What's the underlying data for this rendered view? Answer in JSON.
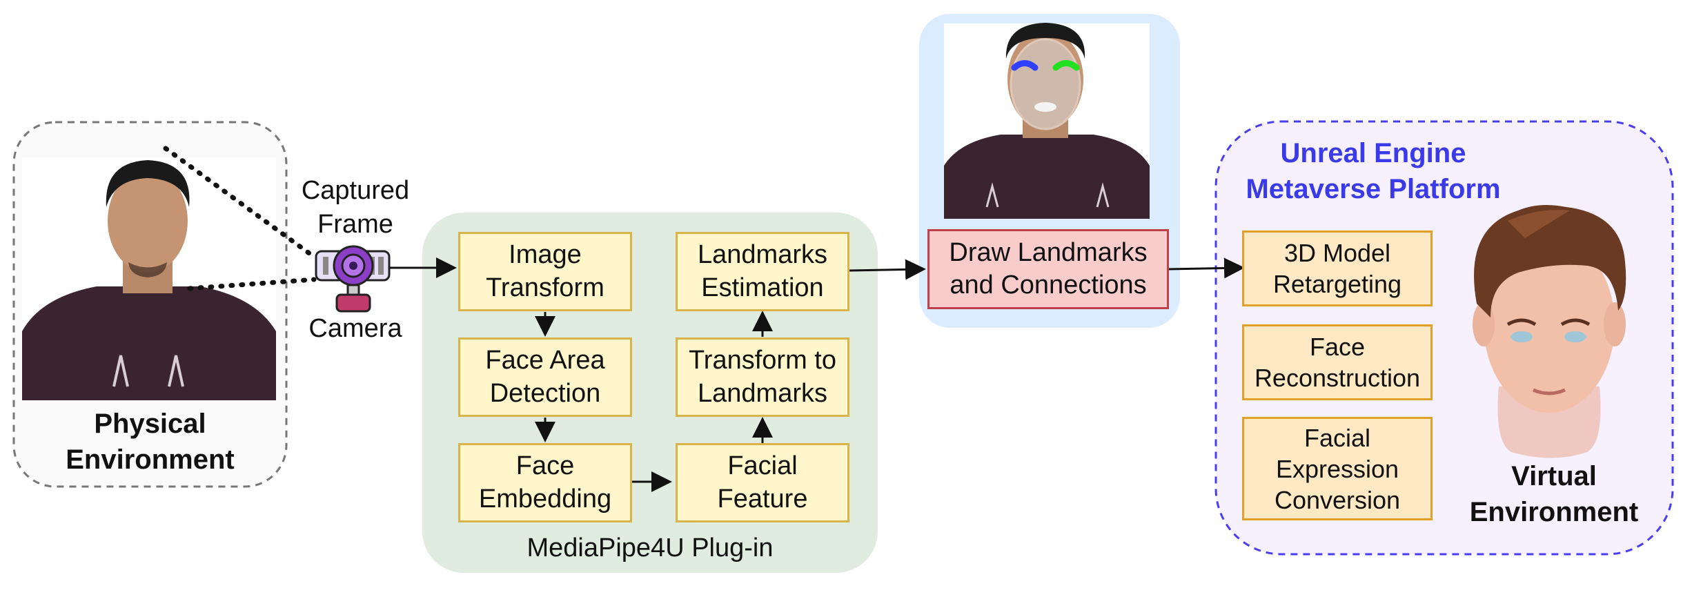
{
  "colors": {
    "plugin_bg": "#e0ece0",
    "landmark_bg": "#dcecff",
    "virtual_bg": "#f6f0ff",
    "virtual_border": "#4a3df0",
    "title_blue": "#3a3ae8",
    "draw_box_bg": "#f9cccc",
    "draw_box_border": "#c0404a",
    "yellow_box": "#fff6cc",
    "orange_box": "#ffe8c4"
  },
  "physical": {
    "label_line1": "Physical",
    "label_line2": "Environment"
  },
  "camera": {
    "top_line1": "Captured",
    "top_line2": "Frame",
    "bottom": "Camera"
  },
  "plugin": {
    "title": "MediaPipe4U Plug-in",
    "image_transform": [
      "Image",
      "Transform"
    ],
    "face_area_detection": [
      "Face Area",
      "Detection"
    ],
    "face_embedding": [
      "Face",
      "Embedding"
    ],
    "facial_feature": [
      "Facial",
      "Feature"
    ],
    "transform_to_landmarks": [
      "Transform to",
      "Landmarks"
    ],
    "landmarks_estimation": [
      "Landmarks",
      "Estimation"
    ]
  },
  "draw": {
    "line1": "Draw Landmarks",
    "line2": "and Connections"
  },
  "virtual": {
    "title_line1": "Unreal Engine",
    "title_line2": "Metaverse Platform",
    "retargeting": [
      "3D Model",
      "Retargeting"
    ],
    "reconstruction": [
      "Face",
      "Reconstruction"
    ],
    "expression": [
      "Facial",
      "Expression",
      "Conversion"
    ],
    "label_line1": "Virtual",
    "label_line2": "Environment"
  }
}
